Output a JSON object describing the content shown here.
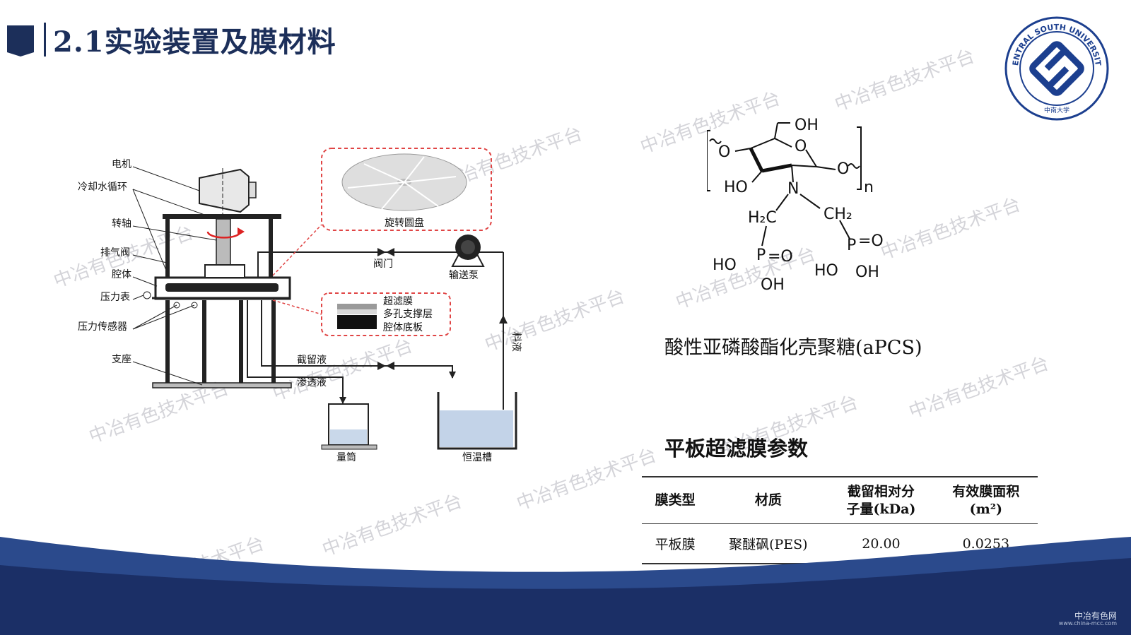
{
  "slide": {
    "title": "2.1实验装置及膜材料"
  },
  "logo": {
    "arc_text": "CENTRAL SOUTH UNIVERSITY",
    "bottom_text": "中南大学"
  },
  "watermark": {
    "text": "中冶有色技术平台"
  },
  "diagram": {
    "labels": {
      "motor": "电机",
      "cooling": "冷却水循环",
      "shaft": "转轴",
      "vent_valve": "排气阀",
      "cavity": "腔体",
      "pressure_gauge": "压力表",
      "pressure_sensor": "压力传感器",
      "support": "支座",
      "rotating_disk": "旋转圆盘",
      "valve": "阀门",
      "pump": "输送泵",
      "membrane": "超滤膜",
      "porous_layer": "多孔支撑层",
      "cavity_base": "腔体底板",
      "retentate": "截留液",
      "permeate": "渗透液",
      "feed": "料液",
      "cylinder": "量筒",
      "bath": "恒温槽"
    }
  },
  "chemistry": {
    "name": "酸性亚磷酸酯化壳聚糖(aPCS)",
    "atoms": {
      "oh_top": "OH",
      "o_ring": "O",
      "o_left": "O",
      "o_right": "O",
      "ho": "HO",
      "n": "N",
      "n_sub": "n",
      "h2c": "H₂C",
      "ch2": "CH₂",
      "ho_left": "HO",
      "p_left": "P",
      "eq_o_left": "=O",
      "oh_left": "OH",
      "p_right": "P",
      "eq_o_right": "=O",
      "ho_right": "HO",
      "oh_right": "OH"
    }
  },
  "table": {
    "title": "平板超滤膜参数",
    "headers": [
      "膜类型",
      "材质",
      "截留相对分\n子量(kDa)",
      "有效膜面积\n(m²)"
    ],
    "row": {
      "type": "平板膜",
      "material": "聚醚砜(PES)",
      "mwco": "20.00",
      "area": "0.0253"
    }
  },
  "footer": {
    "brand": "中冶有色网",
    "url": "www.china-mcc.com"
  },
  "colors": {
    "navy": "#1c2f5a",
    "footer_dark": "#1b2f66",
    "footer_mid": "#2b4a8c"
  }
}
